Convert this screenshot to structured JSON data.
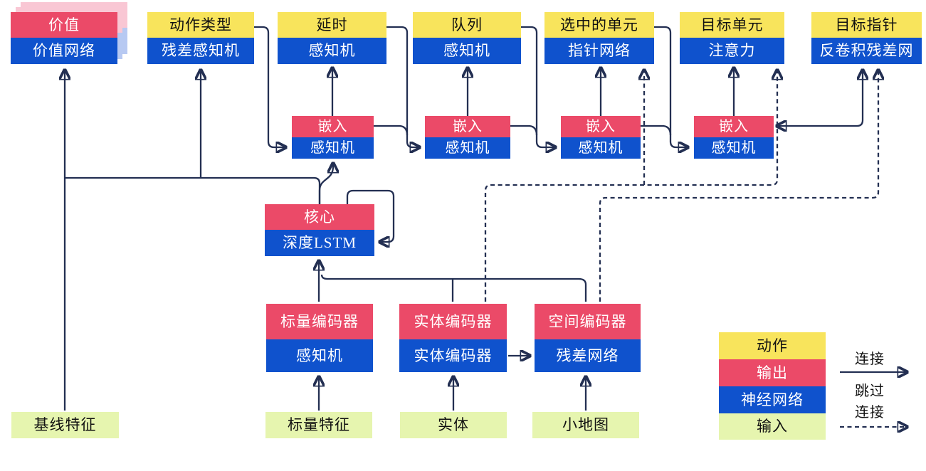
{
  "colors": {
    "action_yellow": "#F8E45C",
    "output_red": "#EB4A68",
    "network_blue": "#0F52CD",
    "input_green": "#E6F5AF",
    "line_navy": "#232F52",
    "stack_shadow_pink": "#F9C7D4",
    "stack_shadow_blue": "#B7C9F2"
  },
  "nodes": [
    {
      "id": "value",
      "header": "价值",
      "body": "价值网络",
      "header_type": "output",
      "stacked": true
    },
    {
      "id": "action-type",
      "header": "动作类型",
      "body": "残差感知机",
      "header_type": "action"
    },
    {
      "id": "delay",
      "header": "延时",
      "body": "感知机",
      "header_type": "action"
    },
    {
      "id": "queue",
      "header": "队列",
      "body": "感知机",
      "header_type": "action"
    },
    {
      "id": "selected-units",
      "header": "选中的单元",
      "body": "指针网络",
      "header_type": "action"
    },
    {
      "id": "target-unit",
      "header": "目标单元",
      "body": "注意力",
      "header_type": "action"
    },
    {
      "id": "target-pointer",
      "header": "目标指针",
      "body": "反卷积残差网",
      "header_type": "action"
    },
    {
      "id": "embedding-1",
      "header": "嵌入",
      "body": "感知机",
      "header_type": "output"
    },
    {
      "id": "embedding-2",
      "header": "嵌入",
      "body": "感知机",
      "header_type": "output"
    },
    {
      "id": "embedding-3",
      "header": "嵌入",
      "body": "感知机",
      "header_type": "output"
    },
    {
      "id": "embedding-4",
      "header": "嵌入",
      "body": "感知机",
      "header_type": "output"
    },
    {
      "id": "core",
      "header": "核心",
      "body": "深度LSTM",
      "header_type": "output"
    },
    {
      "id": "scalar-encoder",
      "header": "标量编码器",
      "body": "感知机",
      "header_type": "output"
    },
    {
      "id": "entity-encoder",
      "header": "实体编码器",
      "body": "实体编码器",
      "header_type": "output"
    },
    {
      "id": "spatial-encoder",
      "header": "空间编码器",
      "body": "残差网络",
      "header_type": "output"
    },
    {
      "id": "baseline-features",
      "label": "基线特征",
      "type": "input"
    },
    {
      "id": "scalar-features",
      "label": "标量特征",
      "type": "input"
    },
    {
      "id": "entity",
      "label": "实体",
      "type": "input"
    },
    {
      "id": "minimap",
      "label": "小地图",
      "type": "input"
    }
  ],
  "legend": {
    "rows": [
      {
        "label": "动作",
        "type": "action"
      },
      {
        "label": "输出",
        "type": "output"
      },
      {
        "label": "神经网络",
        "type": "network"
      },
      {
        "label": "输入",
        "type": "input"
      }
    ],
    "solid_arrow_label": "连接",
    "dashed_arrow_label_line1": "跳过",
    "dashed_arrow_label_line2": "连接"
  }
}
